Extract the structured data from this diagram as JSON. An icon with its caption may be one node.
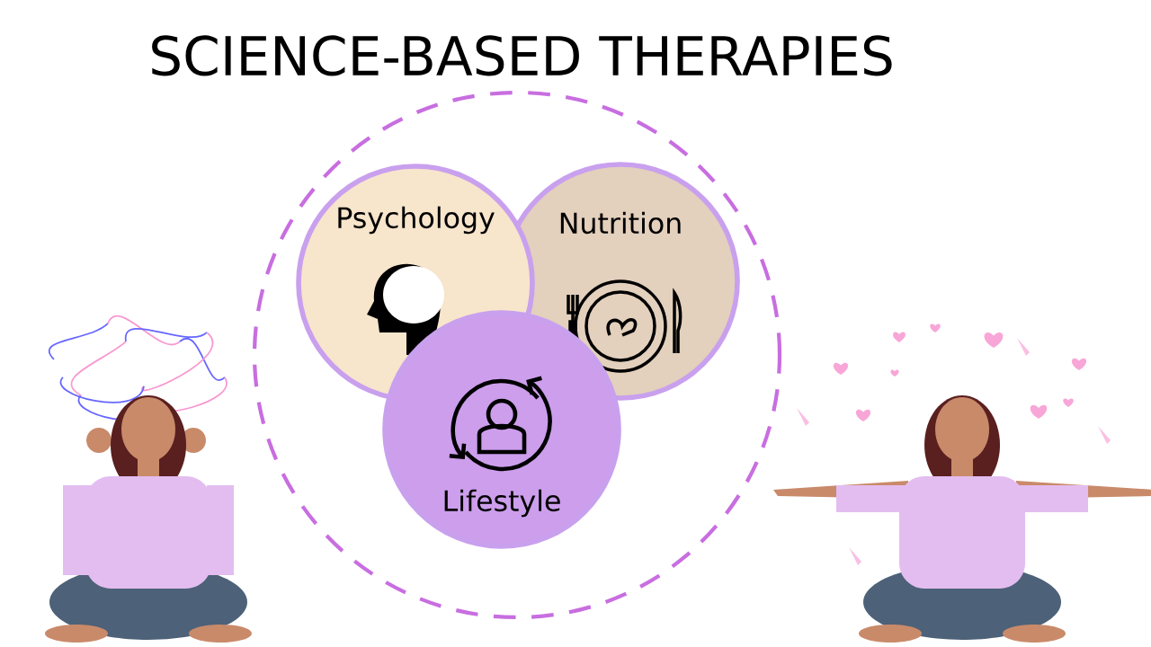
{
  "diagram": {
    "title": "SCIENCE-BASED THERAPIES",
    "nodes": [
      {
        "text": [
          "Psychology"
        ]
      },
      {
        "text": [
          "Nutrition"
        ]
      },
      {
        "text": [
          "Lifestyle"
        ]
      }
    ]
  }
}
